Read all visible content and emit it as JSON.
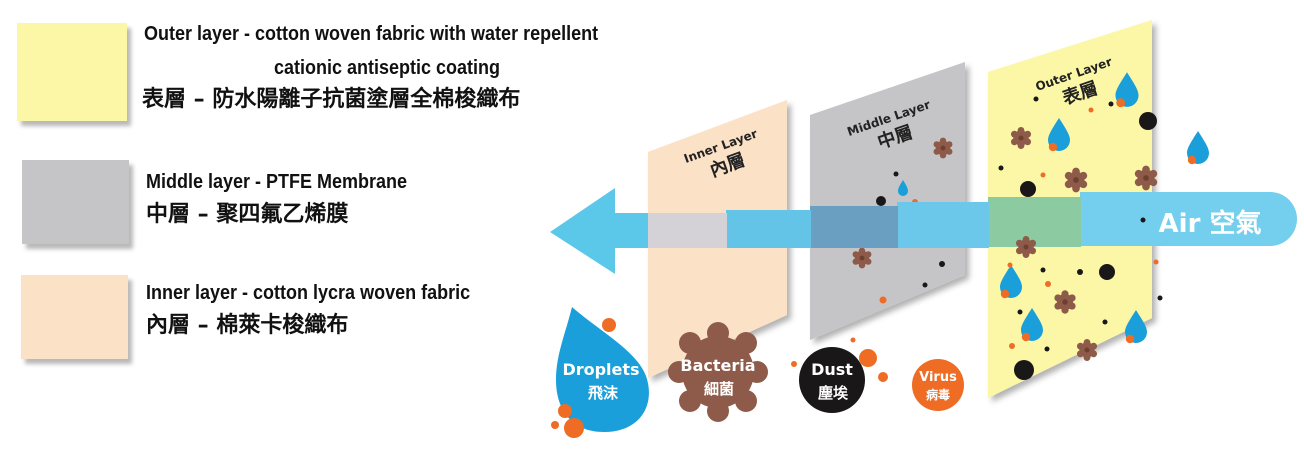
{
  "legend": [
    {
      "title_line1": "Outer layer - cotton woven fabric with water repellent",
      "title_line2": "cationic antiseptic coating",
      "zh": "表層 – 防水陽離子抗菌塗層全棉梭織布",
      "color": "#fbf7a6"
    },
    {
      "title_line1": "Middle layer - PTFE Membrane",
      "zh": "中層 – 聚四氟乙烯膜",
      "color": "#c5c5c7"
    },
    {
      "title_line1": "Inner layer - cotton lycra woven fabric",
      "zh": "內層 – 棉萊卡梭織布",
      "color": "#fbe1c6"
    }
  ],
  "panels": {
    "inner": {
      "en": "Inner Layer",
      "zh": "內層",
      "color": "#fbe1c6"
    },
    "middle": {
      "en": "Middle Layer",
      "zh": "中層",
      "color": "#c5c5c7"
    },
    "outer": {
      "en": "Outer Layer",
      "zh": "表層",
      "color": "#fbf7a6"
    }
  },
  "air": {
    "label": "Air 空氣",
    "color": "#5bc8ea"
  },
  "particles": {
    "droplets": {
      "en": "Droplets",
      "zh": "飛沫",
      "color": "#1b9fda"
    },
    "bacteria": {
      "en": "Bacteria",
      "zh": "細菌",
      "color": "#8e5a49"
    },
    "dust": {
      "en": "Dust",
      "zh": "塵埃",
      "color": "#1a1718"
    },
    "virus": {
      "en": "Virus",
      "zh": "病毒",
      "color": "#ee6c24"
    }
  }
}
